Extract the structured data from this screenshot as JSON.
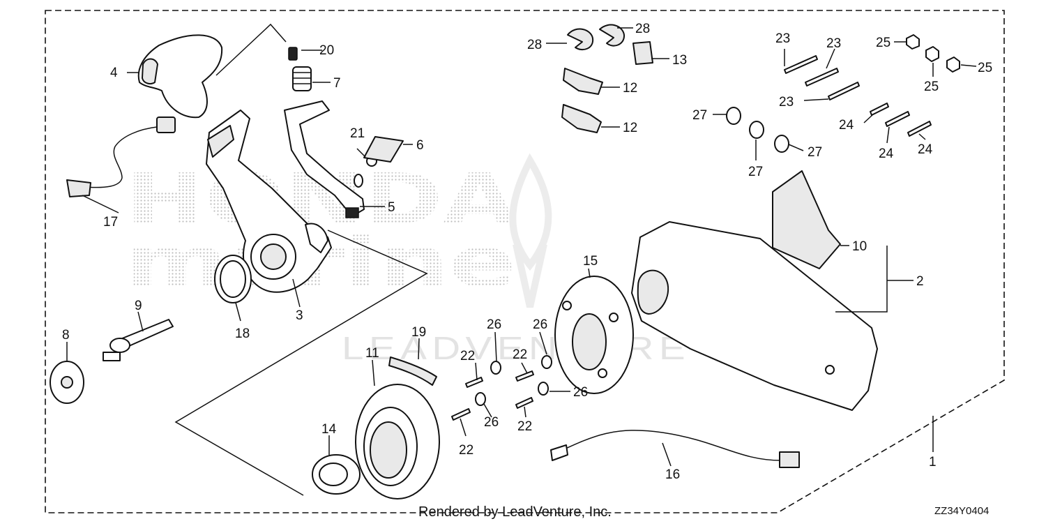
{
  "watermark": {
    "brand_line1": "HONDA",
    "brand_line2": "marine",
    "vendor": "LEADVENTURE"
  },
  "footer": {
    "credit": "Rendered by LeadVenture, Inc.",
    "diagram_code": "ZZ34Y0404"
  },
  "callouts": [
    {
      "id": "c1",
      "label": "1"
    },
    {
      "id": "c2",
      "label": "2"
    },
    {
      "id": "c3",
      "label": "3"
    },
    {
      "id": "c4",
      "label": "4"
    },
    {
      "id": "c5",
      "label": "5"
    },
    {
      "id": "c6",
      "label": "6"
    },
    {
      "id": "c7",
      "label": "7"
    },
    {
      "id": "c8",
      "label": "8"
    },
    {
      "id": "c9",
      "label": "9"
    },
    {
      "id": "c10",
      "label": "10"
    },
    {
      "id": "c11",
      "label": "11"
    },
    {
      "id": "c12a",
      "label": "12"
    },
    {
      "id": "c12b",
      "label": "12"
    },
    {
      "id": "c13",
      "label": "13"
    },
    {
      "id": "c14",
      "label": "14"
    },
    {
      "id": "c15",
      "label": "15"
    },
    {
      "id": "c16",
      "label": "16"
    },
    {
      "id": "c17",
      "label": "17"
    },
    {
      "id": "c18",
      "label": "18"
    },
    {
      "id": "c19",
      "label": "19"
    },
    {
      "id": "c20",
      "label": "20"
    },
    {
      "id": "c21",
      "label": "21"
    },
    {
      "id": "c22a",
      "label": "22"
    },
    {
      "id": "c22b",
      "label": "22"
    },
    {
      "id": "c22c",
      "label": "22"
    },
    {
      "id": "c22d",
      "label": "22"
    },
    {
      "id": "c23a",
      "label": "23"
    },
    {
      "id": "c23b",
      "label": "23"
    },
    {
      "id": "c23c",
      "label": "23"
    },
    {
      "id": "c24a",
      "label": "24"
    },
    {
      "id": "c24b",
      "label": "24"
    },
    {
      "id": "c24c",
      "label": "24"
    },
    {
      "id": "c25a",
      "label": "25"
    },
    {
      "id": "c25b",
      "label": "25"
    },
    {
      "id": "c25c",
      "label": "25"
    },
    {
      "id": "c26a",
      "label": "26"
    },
    {
      "id": "c26b",
      "label": "26"
    },
    {
      "id": "c26c",
      "label": "26"
    },
    {
      "id": "c26d",
      "label": "26"
    },
    {
      "id": "c27a",
      "label": "27"
    },
    {
      "id": "c27b",
      "label": "27"
    },
    {
      "id": "c27c",
      "label": "27"
    },
    {
      "id": "c28a",
      "label": "28"
    },
    {
      "id": "c28b",
      "label": "28"
    }
  ]
}
